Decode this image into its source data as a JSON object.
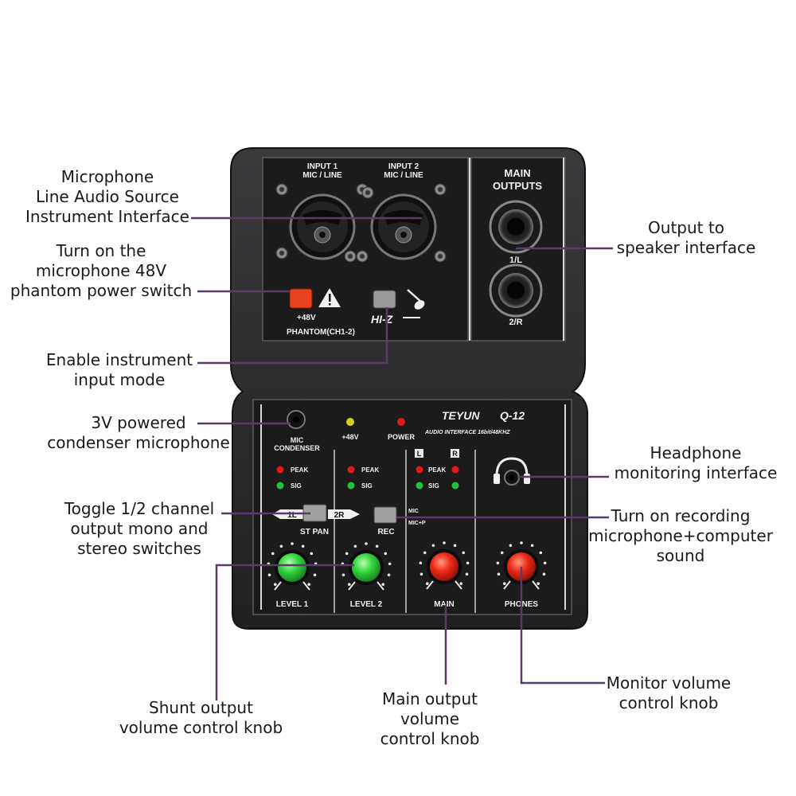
{
  "device": {
    "input1_label": [
      "INPUT 1",
      "MIC / LINE"
    ],
    "input2_label": [
      "INPUT 2",
      "MIC / LINE"
    ],
    "main_outputs_label": [
      "MAIN",
      "OUTPUTS"
    ],
    "out1_label": "1/L",
    "out2_label": "2/R",
    "phantom_voltage": "+48V",
    "phantom_label": "PHANTOM(CH1-2)",
    "hiz_label": "HI-Z",
    "brand": "TEYUN",
    "model": "Q-12",
    "subtitle": "AUDIO INTERFACE 16bit/48KHZ",
    "mic_condenser_label": [
      "MIC",
      "CONDENSER"
    ],
    "led_48v_label": "+48V",
    "led_power_label": "POWER",
    "peak_label": "PEAK",
    "sig_label": "SIG",
    "left_badge": "L",
    "right_badge": "R",
    "st_pan_left": "1L",
    "st_pan_right": "2R",
    "st_pan_label": "ST PAN",
    "rec_label": "REC",
    "rec_mic": "MIC",
    "rec_micp": "MIC+P",
    "knobs": [
      {
        "label": "LEVEL 1",
        "color": "#2ecc3c"
      },
      {
        "label": "LEVEL 2",
        "color": "#2ecc3c"
      },
      {
        "label": "MAIN",
        "color": "#e8201a"
      },
      {
        "label": "PHONES",
        "color": "#e8201a"
      }
    ],
    "colors": {
      "body": "#2a2a2c",
      "panel": "#1b1b1c",
      "callout_line": "#5b3a66",
      "phantom_button": "#e8411f",
      "led_red": "#e01818",
      "led_green": "#22c23a",
      "led_yellow": "#d8d020"
    }
  },
  "callouts": {
    "mic_line_inst": [
      "Microphone",
      "Line Audio Source",
      "Instrument Interface"
    ],
    "phantom": [
      "Turn on the",
      "microphone 48V",
      "phantom power switch"
    ],
    "instrument_mode": [
      "Enable instrument",
      "input mode"
    ],
    "condenser": [
      "3V powered",
      "condenser microphone"
    ],
    "toggle_channel": [
      "Toggle 1/2 channel",
      "output mono and",
      "stereo switches"
    ],
    "shunt_output": [
      "Shunt output",
      "volume control knob"
    ],
    "main_output": [
      "Main output",
      "volume",
      "control knob"
    ],
    "output_speaker": [
      "Output to",
      "speaker interface"
    ],
    "headphone": [
      "Headphone",
      "monitoring interface"
    ],
    "recording": [
      "Turn on recording",
      "microphone+computer",
      "sound"
    ],
    "monitor_volume": [
      "Monitor volume",
      "control knob"
    ]
  }
}
